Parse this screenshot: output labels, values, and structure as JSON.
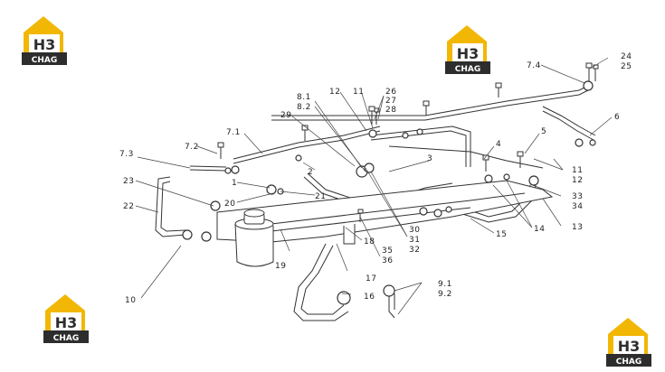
{
  "brand": {
    "logo_text": "H3",
    "logo_subtext": "CHAG",
    "colors": {
      "gold": "#f2b705",
      "dark": "#2d2d2d",
      "white": "#ffffff"
    }
  },
  "diagram": {
    "labels": {
      "l24": "24",
      "l25": "25",
      "l7_4": "7.4",
      "l6": "6",
      "l26": "26",
      "l27": "27",
      "l28": "28",
      "l11a": "11",
      "l12a": "12",
      "l8_1": "8.1",
      "l8_2": "8.2",
      "l29": "29",
      "l7_1": "7.1",
      "l7_2": "7.2",
      "l7_3": "7.3",
      "l5": "5",
      "l4": "4",
      "l3": "3",
      "l2": "2",
      "l1": "1",
      "l11b": "11",
      "l12b": "12",
      "l20": "20",
      "l21": "21",
      "l23": "23",
      "l22": "22",
      "l33": "33",
      "l34": "34",
      "l13": "13",
      "l14": "14",
      "l15": "15",
      "l30": "30",
      "l31": "31",
      "l32": "32",
      "l18": "18",
      "l19": "19",
      "l35": "35",
      "l36": "36",
      "l17": "17",
      "l16": "16",
      "l9_1": "9.1",
      "l9_2": "9.2",
      "l10": "10"
    }
  }
}
